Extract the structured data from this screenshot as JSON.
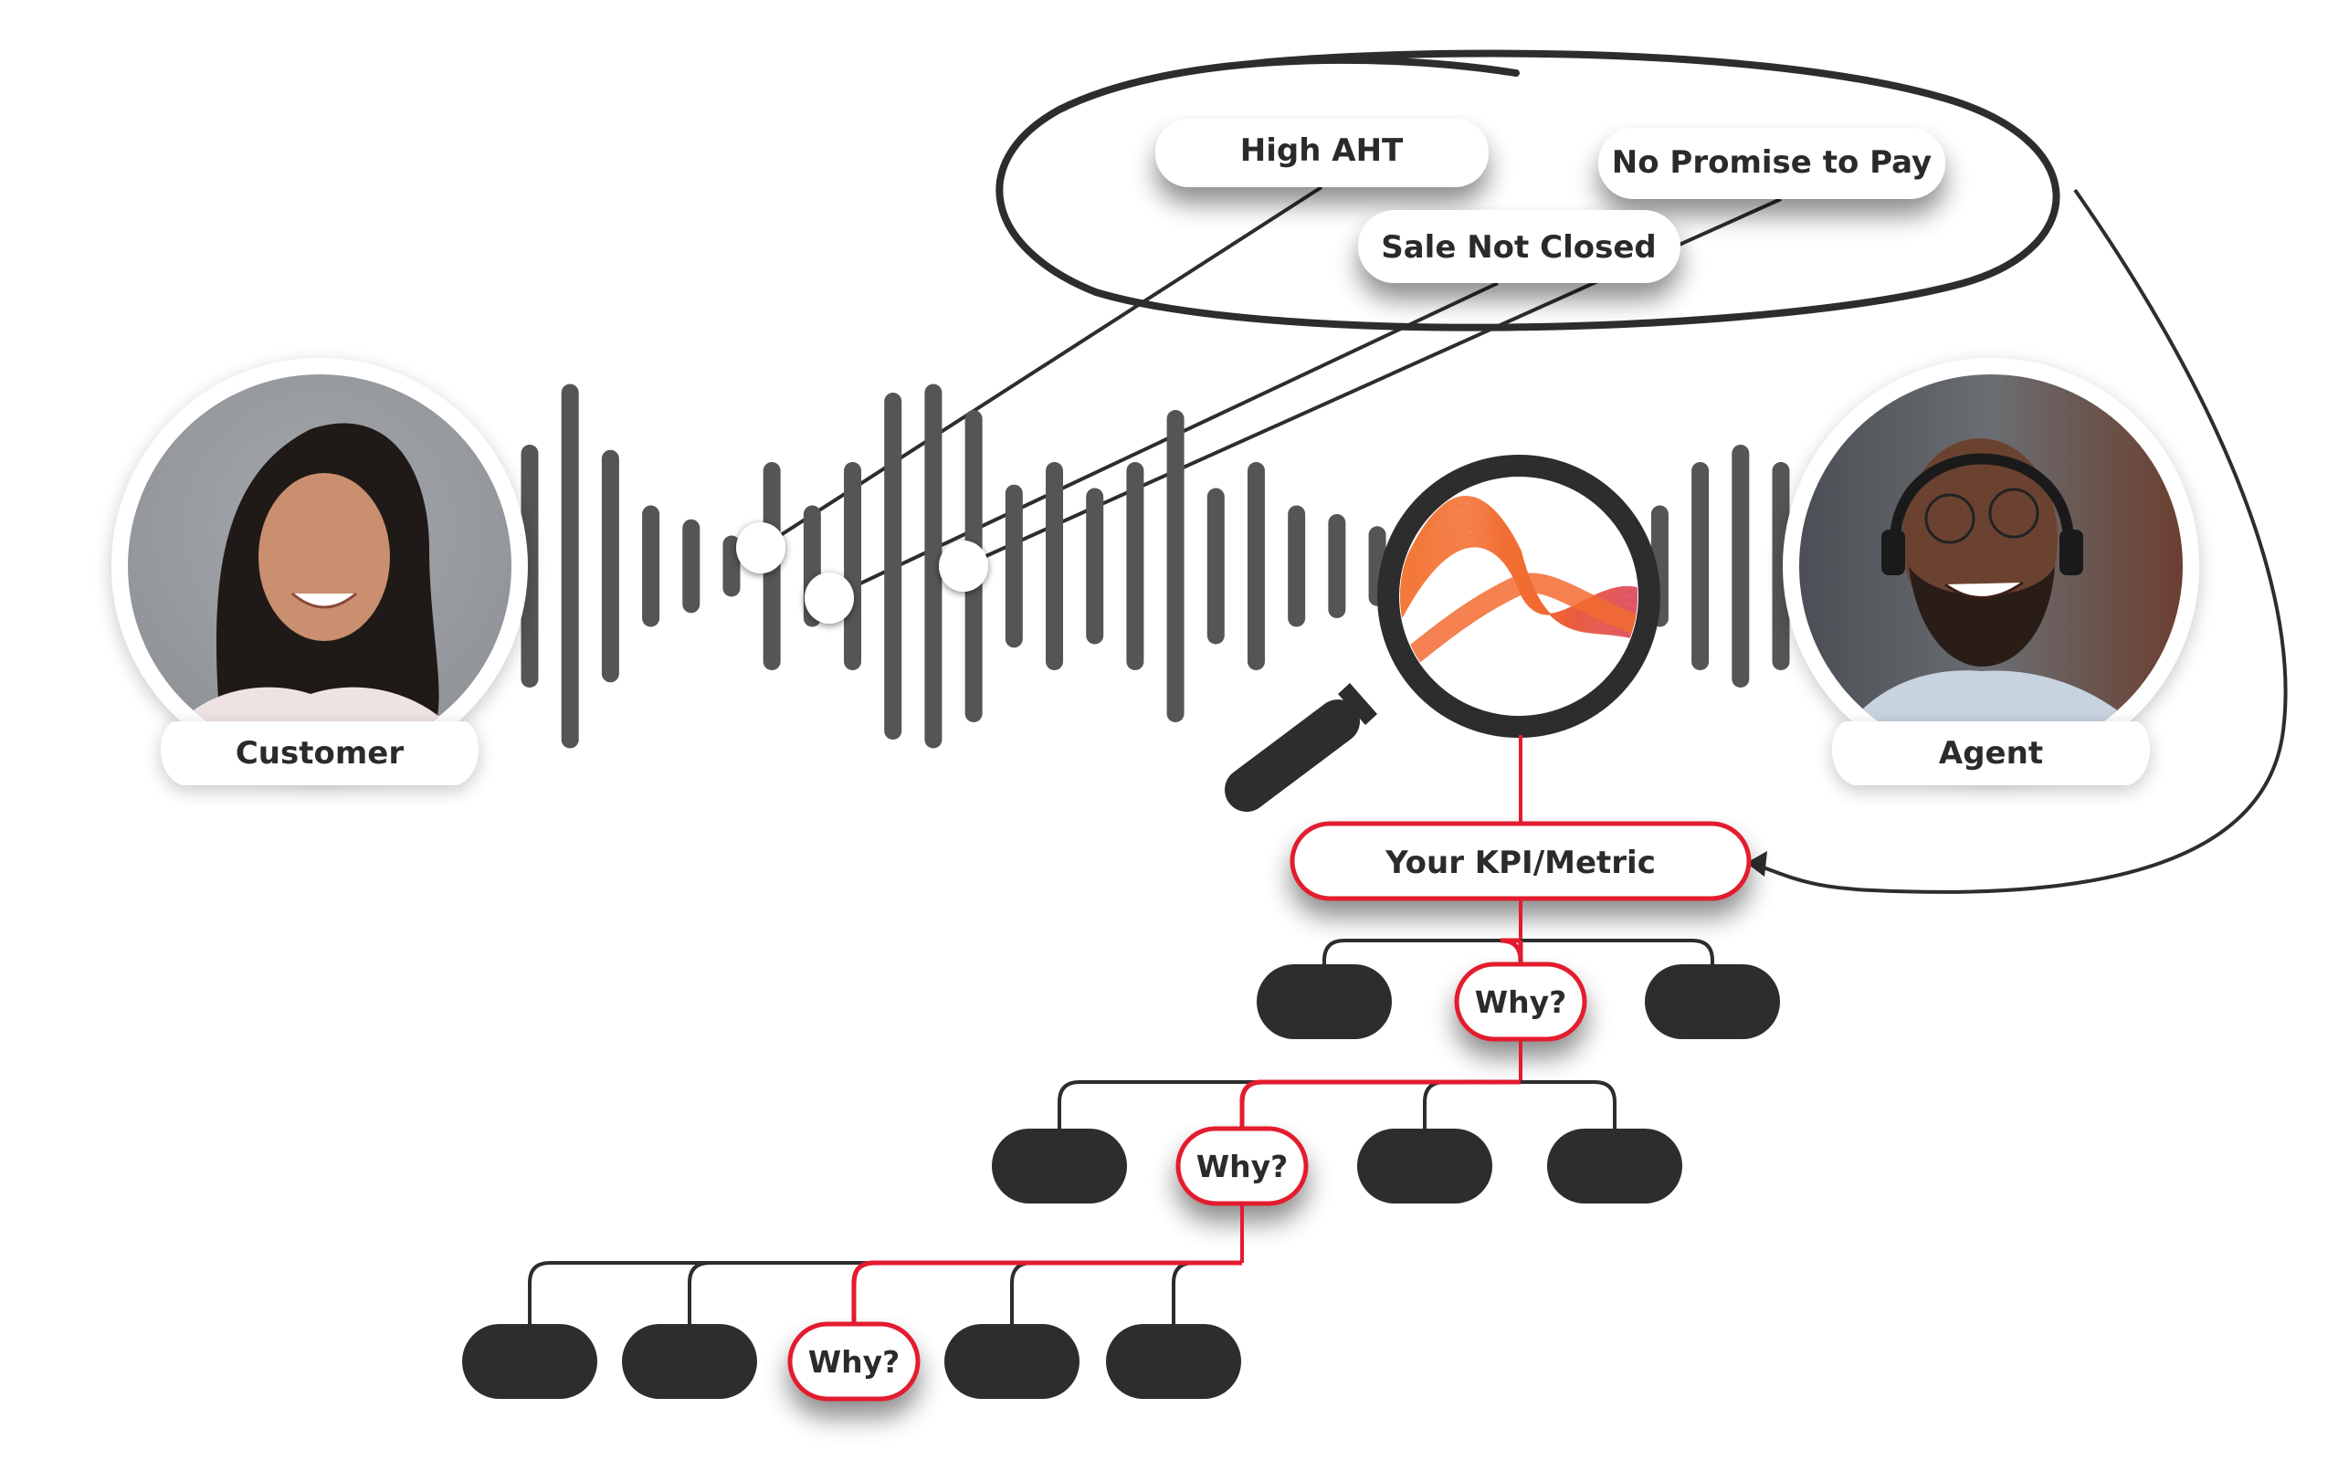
{
  "colors": {
    "ink": "#2d2d2d",
    "bar": "#555555",
    "accent_red": "#e31b2f",
    "node_dark": "#2d2d2d",
    "wave_orange": "#f26b30",
    "wave_pink": "#d6385f"
  },
  "issue_labels": [
    {
      "text": "High AHT"
    },
    {
      "text": "No Promise to Pay"
    },
    {
      "text": "Sale Not Closed"
    }
  ],
  "people": {
    "customer": {
      "label": "Customer"
    },
    "agent": {
      "label": "Agent"
    }
  },
  "kpi": {
    "label": "Your KPI/Metric"
  },
  "tree": {
    "levels": [
      {
        "node_count": 3,
        "highlighted_index": 1,
        "highlight_label": "Why?"
      },
      {
        "node_count": 4,
        "highlighted_index": 1,
        "highlight_label": "Why?"
      },
      {
        "node_count": 5,
        "highlighted_index": 2,
        "highlight_label": "Why?"
      }
    ]
  },
  "waveform": {
    "relative_amplitudes": [
      0.65,
      1.0,
      0.62,
      0.3,
      0.22,
      0.12,
      0.55,
      0.3,
      0.55,
      0.95,
      1.0,
      0.85,
      0.42,
      0.55,
      0.4,
      0.55,
      0.85,
      0.4,
      0.55,
      0.3,
      0.25,
      0.18,
      0.28,
      0.35,
      0.6,
      0.82,
      1.05,
      0.4,
      0.3,
      0.55,
      0.65,
      0.55
    ]
  }
}
